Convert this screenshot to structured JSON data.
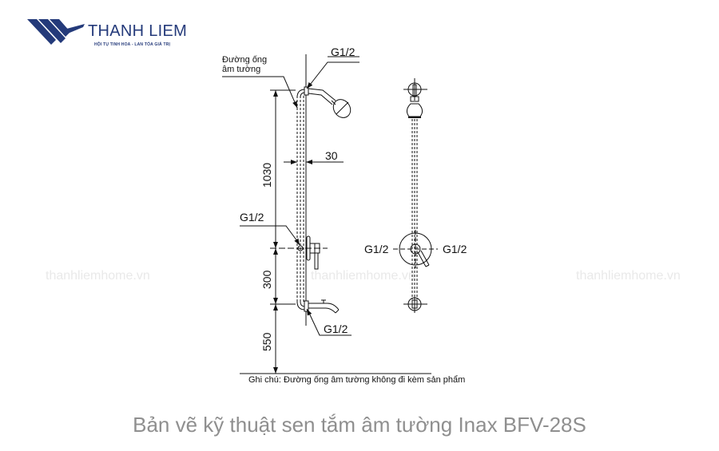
{
  "logo": {
    "brand": "THANH LIEM",
    "tagline": "HỘI TỤ TINH HOA - LAN TỎA GIÁ TRỊ",
    "color": "#243a7a"
  },
  "watermarks": [
    "thanhliemhome.vn",
    "thanhliemhome.vn",
    "thanhliemhome.vn"
  ],
  "drawing": {
    "side_view": {
      "wall_pipe_label_line1": "Đường ống",
      "wall_pipe_label_line2": "âm tường",
      "top_thread": "G1/2",
      "mixer_thread": "G1/2",
      "bottom_thread": "G1/2",
      "pipe_width": "30",
      "dim_upper": "1030",
      "dim_middle": "300",
      "dim_lower": "550"
    },
    "front_view": {
      "left_thread": "G1/2",
      "right_thread": "G1/2"
    },
    "note": "Ghi chú: Đường ống âm tường không đi kèm sản phẩm"
  },
  "caption": "Bản vẽ kỹ thuật sen tắm âm tường Inax BFV-28S"
}
